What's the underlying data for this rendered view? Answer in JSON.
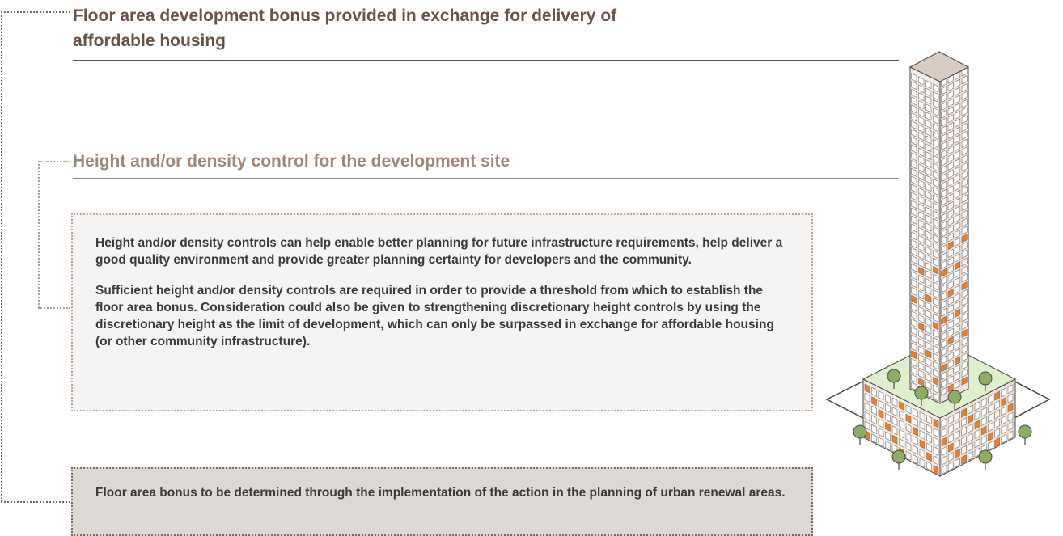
{
  "heading_primary": "Floor area development bonus provided in exchange for delivery of affordable housing",
  "heading_secondary": "Height and/or density control for the development site",
  "info_box": {
    "paragraph_1": "Height and/or density controls can help enable better planning for future infrastructure requirements, help deliver a good quality environment and provide greater planning certainty for developers and the community.",
    "paragraph_2": "Sufficient height and/or density controls are required in order to provide a threshold from which to establish the floor area bonus. Consideration could also be given to strengthening discretionary height controls by using the discretionary height as the limit of development, which can only be surpassed in exchange for affordable housing (or other community infrastructure)."
  },
  "note_box": {
    "text": "Floor area bonus to be determined through the implementation of the action in the planning of urban renewal areas."
  },
  "colors": {
    "heading_primary": "#6b5246",
    "heading_secondary": "#a08677",
    "connector_dark": "#7a675c",
    "connector_light": "#b39b8c",
    "info_box_bg": "#f6f4f2",
    "note_box_bg": "#dcd8d4",
    "facade": "#f3ebe6",
    "facade_window": "#ffffff",
    "orange_window": "#f07f22",
    "podium_roof": "#dfeecc",
    "tree": "#8fac63"
  },
  "illustration": {
    "icon": "building-tower-icon"
  }
}
